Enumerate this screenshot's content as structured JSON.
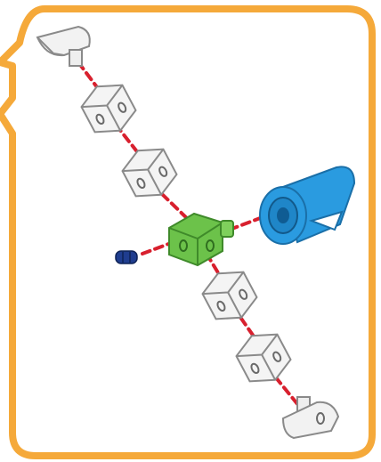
{
  "frame": {
    "border_color": "#f5a93a",
    "fill_color": "#ffffff"
  },
  "connector": {
    "color": "#d8202e",
    "style": "dashed"
  },
  "parts": [
    {
      "name": "end-cap-top",
      "color": "#f2f2f2",
      "icon": "angled-end-cap"
    },
    {
      "name": "white-cube-1",
      "color": "#f4f4f4",
      "icon": "cube-two-holes"
    },
    {
      "name": "white-cube-2",
      "color": "#f4f4f4",
      "icon": "cube-two-holes"
    },
    {
      "name": "green-connector",
      "color": "#6cc24a",
      "icon": "hub-connector"
    },
    {
      "name": "blue-peg",
      "color": "#1f3d8f",
      "icon": "small-peg"
    },
    {
      "name": "blue-motor",
      "color": "#2a9be0",
      "icon": "motor-clip"
    },
    {
      "name": "white-cube-3",
      "color": "#f4f4f4",
      "icon": "cube-two-holes"
    },
    {
      "name": "white-cube-4",
      "color": "#f4f4f4",
      "icon": "cube-two-holes"
    },
    {
      "name": "end-cap-bottom",
      "color": "#f2f2f2",
      "icon": "angled-end-cap"
    }
  ]
}
